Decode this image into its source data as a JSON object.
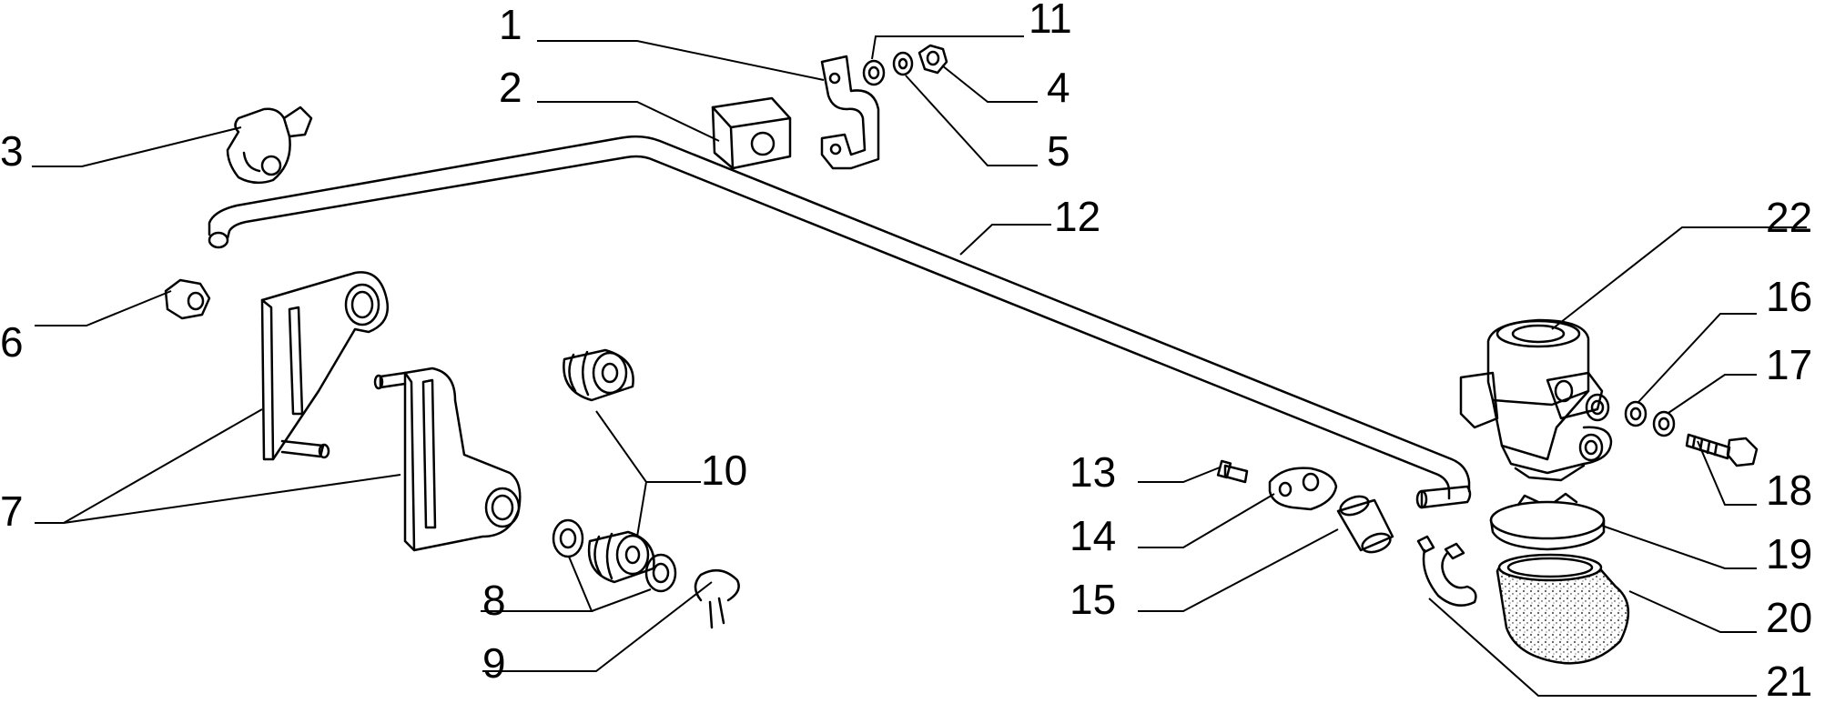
{
  "diagram": {
    "parts": [
      {
        "id": "1",
        "label": "1"
      },
      {
        "id": "2",
        "label": "2"
      },
      {
        "id": "3",
        "label": "3"
      },
      {
        "id": "4",
        "label": "4"
      },
      {
        "id": "5",
        "label": "5"
      },
      {
        "id": "6",
        "label": "6"
      },
      {
        "id": "7",
        "label": "7"
      },
      {
        "id": "8",
        "label": "8"
      },
      {
        "id": "9",
        "label": "9"
      },
      {
        "id": "10",
        "label": "10"
      },
      {
        "id": "11",
        "label": "11"
      },
      {
        "id": "12",
        "label": "12"
      },
      {
        "id": "13",
        "label": "13"
      },
      {
        "id": "14",
        "label": "14"
      },
      {
        "id": "15",
        "label": "15"
      },
      {
        "id": "16",
        "label": "16"
      },
      {
        "id": "17",
        "label": "17"
      },
      {
        "id": "18",
        "label": "18"
      },
      {
        "id": "19",
        "label": "19"
      },
      {
        "id": "20",
        "label": "20"
      },
      {
        "id": "21",
        "label": "21"
      },
      {
        "id": "22",
        "label": "22"
      }
    ]
  }
}
